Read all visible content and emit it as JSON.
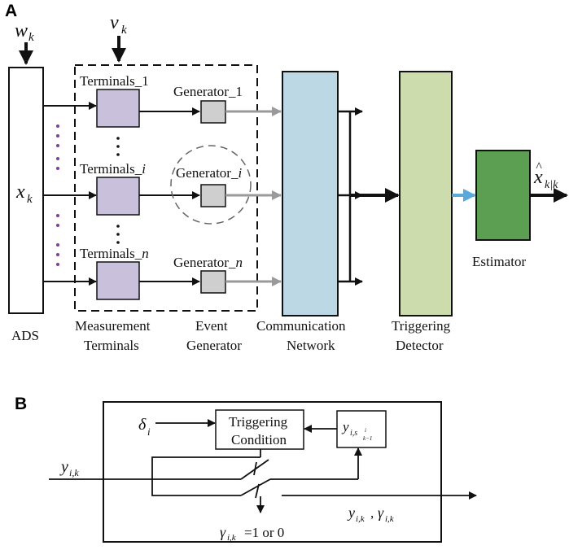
{
  "panel_a": {
    "label": "A",
    "w_sym": "w",
    "w_sub": "k",
    "v_sym": "v",
    "v_sub": "k",
    "ads_state_sym": "x",
    "ads_state_sub": "k",
    "ads_label": "ADS",
    "terminal_1": "Terminals_1",
    "terminal_i": "Terminals_",
    "terminal_i_idx": "i",
    "terminal_n": "Terminals_",
    "terminal_n_idx": "n",
    "generator_1": "Generator_1",
    "generator_i": "Generator_",
    "generator_i_idx": "i",
    "generator_n": "Generator_",
    "generator_n_idx": "n",
    "measurement_line1": "Measurement",
    "measurement_line2": "Terminals",
    "event_line1": "Event",
    "event_line2": "Generator",
    "comm_line1": "Communication",
    "comm_line2": "Network",
    "trig_line1": "Triggering",
    "trig_line2": "Detector",
    "estimator_label": "Estimator",
    "estimate_sym": "x",
    "estimate_hat": "^",
    "estimate_sub": "k|k",
    "colors": {
      "terminal_fill": "#c9c0dc",
      "generator_fill": "#cfcfcf",
      "comm_fill": "#bcd8e5",
      "trig_fill": "#cddcad",
      "estimator_fill": "#5c9f52",
      "dots": "#7a3f9a",
      "gray_arrow": "#9a9a9a",
      "blue_arrow": "#5aa9dc"
    }
  },
  "panel_b": {
    "label": "B",
    "trigger_line1": "Triggering",
    "trigger_line2": "Condition",
    "delta_sym": "δ",
    "delta_sub": "i",
    "y_in_sym": "y",
    "y_in_sub": "i,k",
    "y_prev_sym": "y",
    "y_prev_sub": "i,s",
    "y_prev_supsub": "k−1",
    "y_prev_sup": "i",
    "out_text": "y",
    "out_sub1": "i,k",
    "out_gamma": "γ",
    "out_sub2": "i,k",
    "gamma_sym": "γ",
    "gamma_sub": "i,k",
    "gamma_rest": "=1 or 0"
  }
}
